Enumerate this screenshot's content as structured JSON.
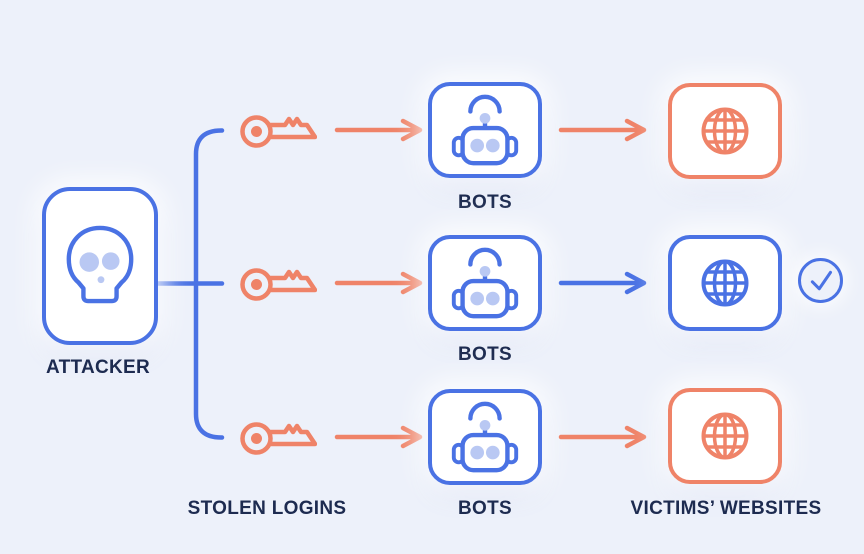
{
  "title": "Credential stuffing attack diagram",
  "colors": {
    "background": "#edf1fa",
    "blue": "#4a72e4",
    "blue_light": "#b9c8f3",
    "coral": "#ef8368",
    "text": "#1d2b50",
    "card_bg": "#ffffff"
  },
  "labels": {
    "attacker": "ATTACKER",
    "stolen_logins": "STOLEN LOGINS",
    "bots": "BOTS",
    "victims_websites": "VICTIMS’ WEBSITES"
  },
  "icons": {
    "attacker": "skull-icon",
    "stolen_login": "key-icon",
    "bot": "robot-icon",
    "website": "globe-icon",
    "verified": "check-circle-icon"
  },
  "rows": [
    {
      "position": "top",
      "key_color": "coral",
      "arrow_to_bot": "coral",
      "arrow_to_site": "coral",
      "website_color": "coral",
      "verified": false
    },
    {
      "position": "middle",
      "key_color": "coral",
      "arrow_to_bot": "coral",
      "arrow_to_site": "blue",
      "website_color": "blue",
      "verified": true
    },
    {
      "position": "bottom",
      "key_color": "coral",
      "arrow_to_bot": "coral",
      "arrow_to_site": "coral",
      "website_color": "coral",
      "verified": false
    }
  ]
}
